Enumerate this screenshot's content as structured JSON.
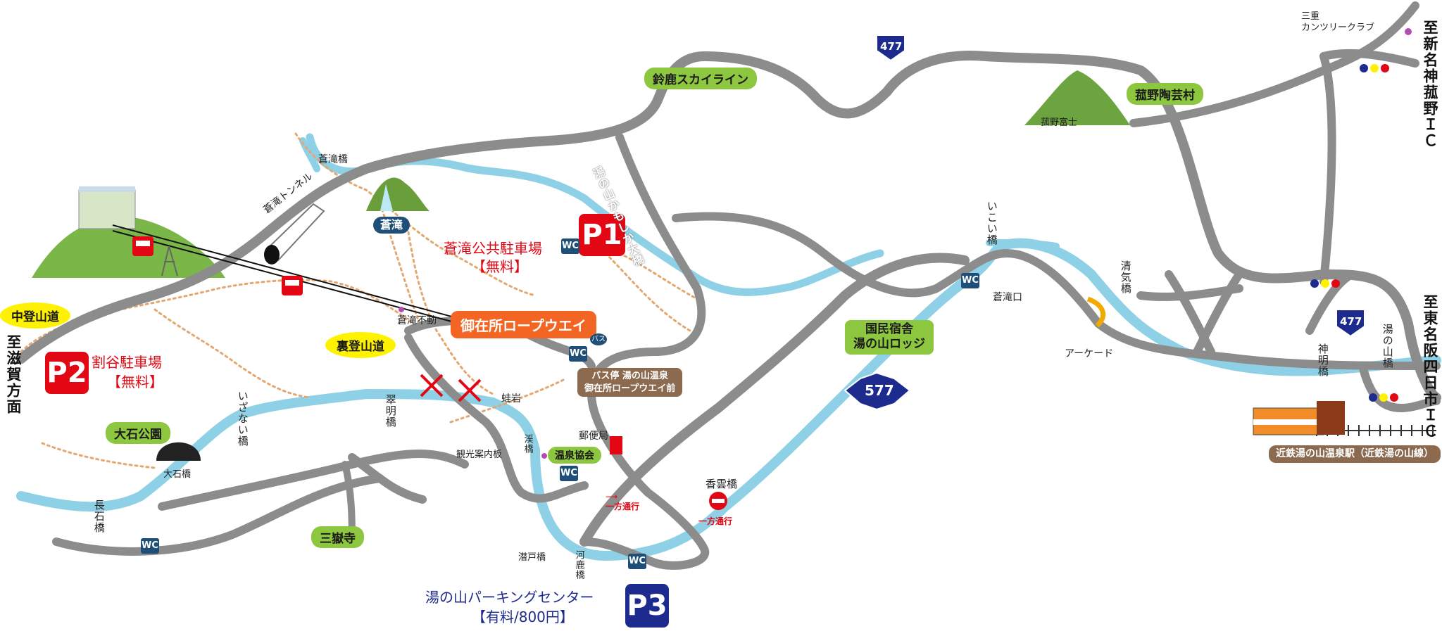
{
  "parking": {
    "p1": {
      "badge": "P1",
      "name": "蒼滝公共駐車場",
      "fee": "【無料】",
      "color": "#e30613"
    },
    "p2": {
      "badge": "P2",
      "name": "割谷駐車場",
      "fee": "【無料】",
      "color": "#e30613"
    },
    "p3": {
      "badge": "P3",
      "name": "湯の山パーキングセンター",
      "fee": "【有料/800円】",
      "color": "#1d2b8f"
    }
  },
  "routes": {
    "r477_top": "477",
    "r477_right": "477",
    "r577": "577"
  },
  "green_labels": {
    "skyline": "鈴鹿スカイライン",
    "komono_toge": "菰野陶芸村",
    "oishi_park": "大石公園",
    "sangakuji": "三嶽寺",
    "onsen_kyokai": "温泉協会",
    "lodge_line1": "国民宿舎",
    "lodge_line2": "湯の山ロッジ"
  },
  "yellow_labels": {
    "nakato": "中登山道",
    "urato": "裏登山道"
  },
  "ropeway": "御在所ロープウエイ",
  "bus_stop": {
    "line1": "バス停 湯の山温泉",
    "line2": "御在所ロープウエイ前",
    "icon": "バス"
  },
  "station": "近鉄湯の山温泉駅（近鉄湯の山線）",
  "aotaki": "蒼滝",
  "wc": "WC",
  "labels": {
    "aotaki_bridge": "蒼滝橋",
    "aotaki_tunnel": "蒼滝トンネル",
    "aotaki_fudo": "蒼滝不動",
    "aotakiguchi": "蒼滝口",
    "arcade": "アーケード",
    "komono_fuji": "菰野富士",
    "mie_club_line1": "三重",
    "mie_club_line2": "カンツリークラブ",
    "oishi_bridge": "大石橋",
    "kanko_board": "観光案内板",
    "kairi": "蛙岩",
    "post_office": "郵便局",
    "kouun_bridge": "香雲橋",
    "oneway": "一方通行",
    "oneway2": "一方通行"
  },
  "vertical_labels": {
    "kamoshika": "湯の山かもしか大橋",
    "ikoi": "いこい橋",
    "seiki": "清気橋",
    "shinmei": "神明橋",
    "yunoyama": "湯の山橋",
    "izanai": "いざない橋",
    "suimei": "翠明橋",
    "keikyo": "渓橋",
    "naga": "長石橋",
    "sento": "潜戸橋",
    "kaba": "河鹿橋"
  },
  "destinations": {
    "shiga": "至滋賀方面",
    "shinmeishin": "至新名神菰野ＩＣ",
    "higashimeihan": "至東名阪四日市ＩＣ"
  },
  "colors": {
    "road": "#8c8c8c",
    "river": "#8ed1e6",
    "trail": "#e3a76f",
    "accent_red": "#e30613",
    "accent_blue": "#1d2b8f"
  }
}
